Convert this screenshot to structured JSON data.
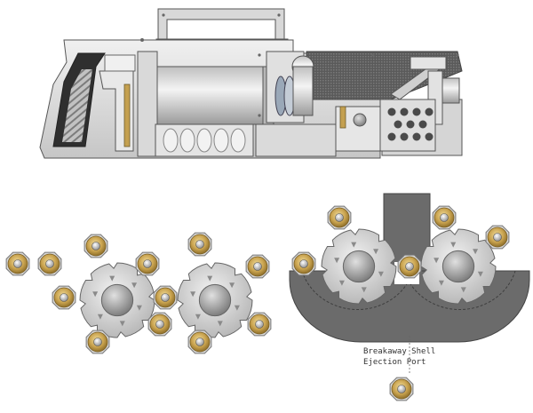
{
  "callout": {
    "line1": "Breakaway Shell",
    "line2": "Ejection Port"
  },
  "palette": {
    "metal_light": "#e6e6e6",
    "metal_mid": "#c8c8c8",
    "metal_dark": "#6e6e6e",
    "grip_black": "#3a3a3a",
    "housing_gray": "#6b6b6b",
    "brass": "#c9a34f",
    "primer": "#9a9a9a"
  },
  "icons": {
    "gun": "launcher-gun-illustration",
    "wheel": "cylinder-wheel",
    "shell": "shell-casing"
  }
}
